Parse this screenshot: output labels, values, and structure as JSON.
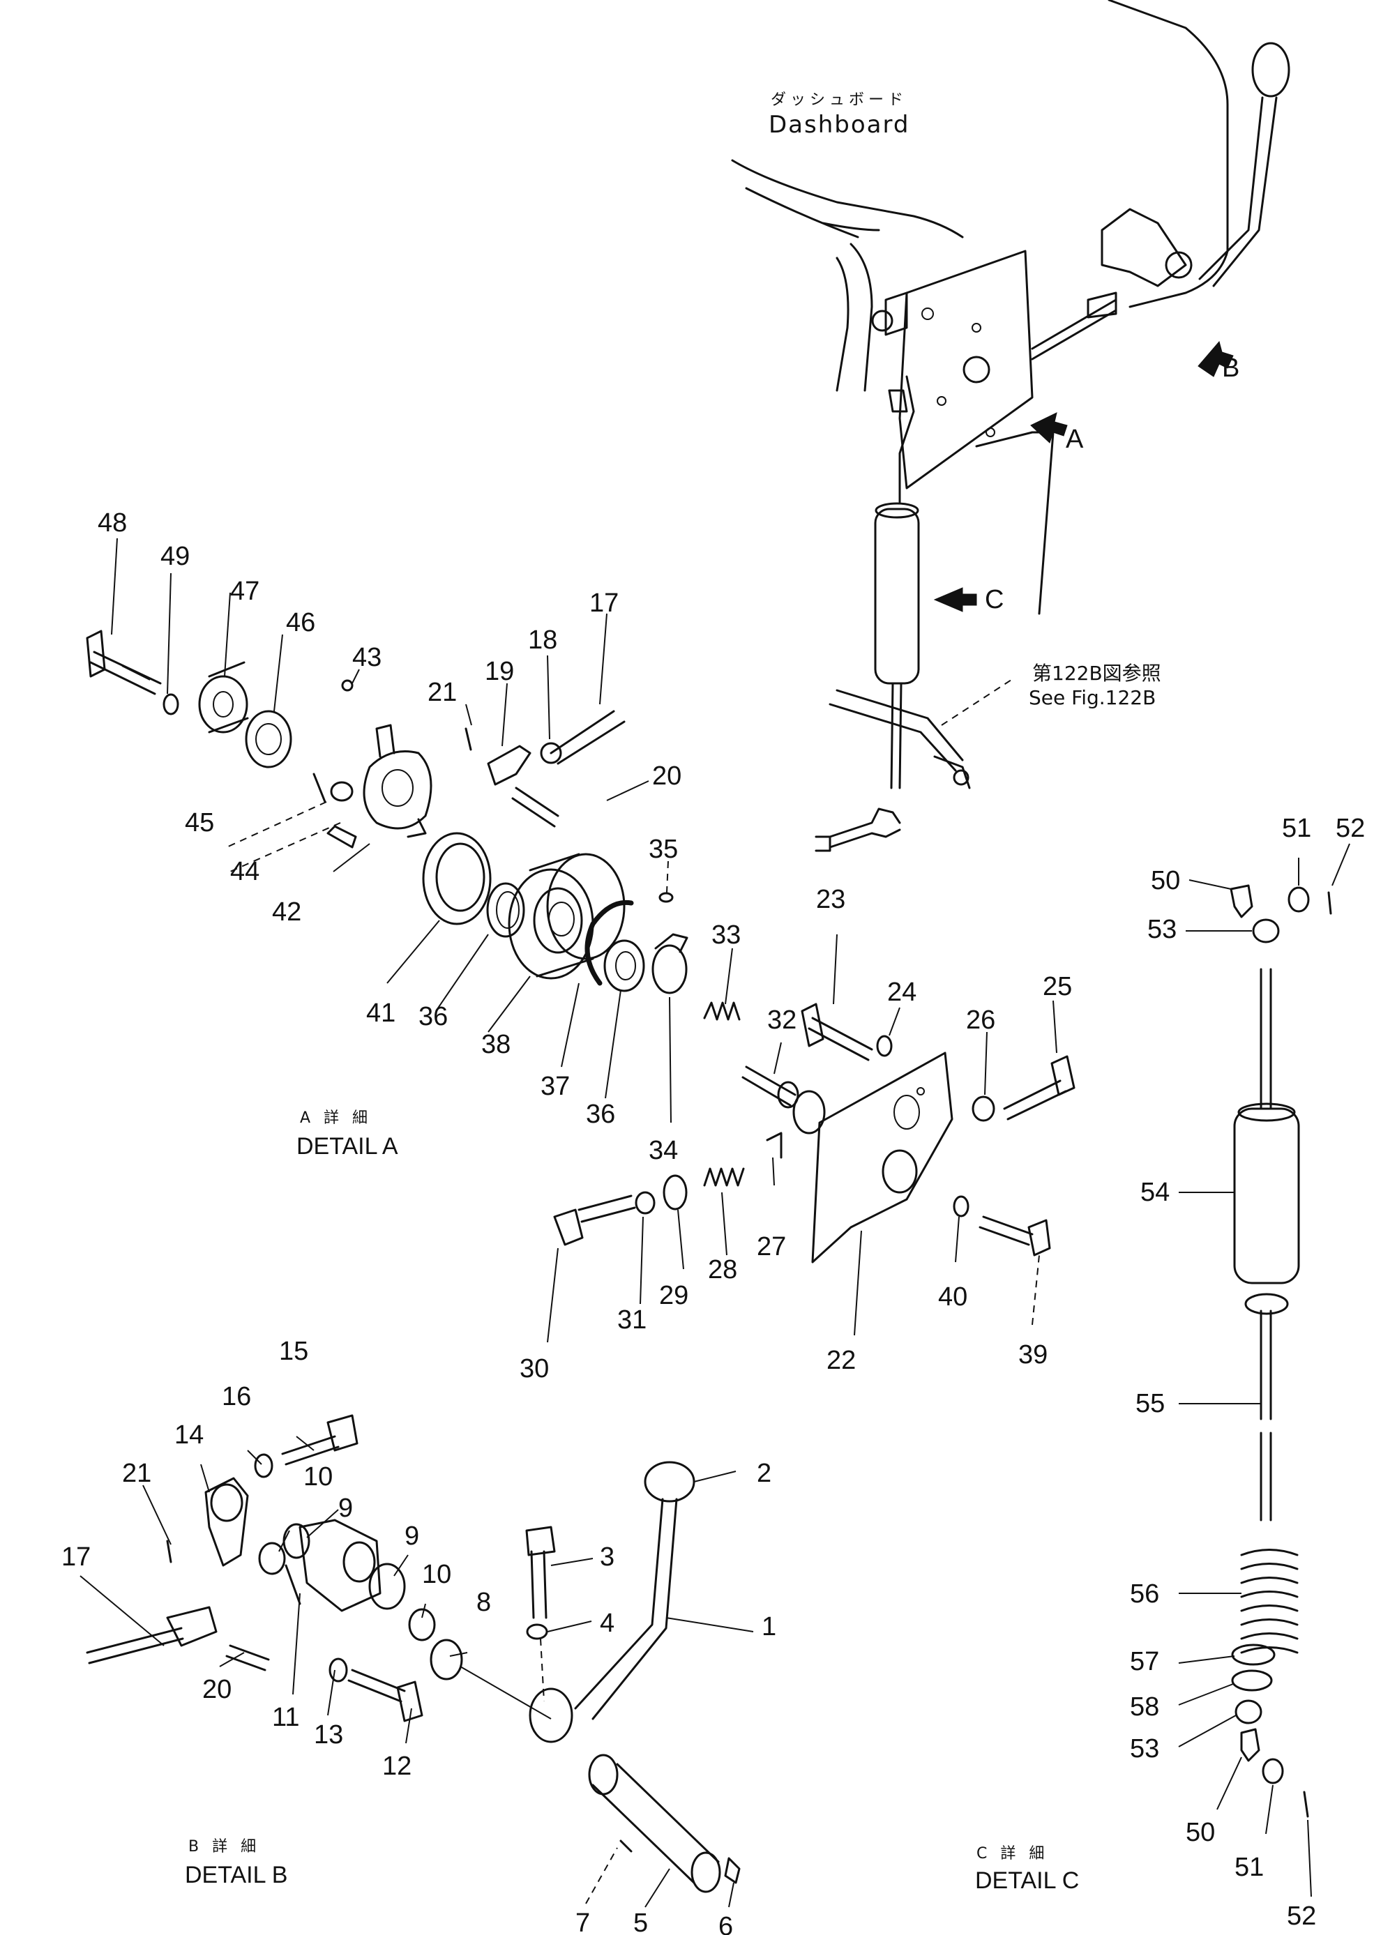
{
  "dashboard": {
    "jp": "ダッシュボード",
    "en": "Dashboard"
  },
  "reference": {
    "jp": "第122B図参照",
    "en": "See  Fig.122B"
  },
  "views": {
    "a": "A",
    "b": "B",
    "c": "C"
  },
  "details": {
    "a": {
      "jp": "A 詳 細",
      "en": "DETAIL  A"
    },
    "b": {
      "jp": "B 詳 細",
      "en": "DETAIL  B"
    },
    "c": {
      "jp": "C 詳 細",
      "en": "DETAIL  C"
    }
  },
  "callouts": {
    "n48": "48",
    "n49": "49",
    "n47": "47",
    "n46": "46",
    "n43": "43",
    "n21a": "21",
    "n19": "19",
    "n18": "18",
    "n17a": "17",
    "n20a": "20",
    "n45": "45",
    "n44": "44",
    "n42": "42",
    "n41": "41",
    "n36a": "36",
    "n38": "38",
    "n37": "37",
    "n36b": "36",
    "n35": "35",
    "n34": "34",
    "n33": "33",
    "n32": "32",
    "n23": "23",
    "n24": "24",
    "n26": "26",
    "n25": "25",
    "n27": "27",
    "n28": "28",
    "n29": "29",
    "n31": "31",
    "n30": "30",
    "n22": "22",
    "n40": "40",
    "n39": "39",
    "n15": "15",
    "n16": "16",
    "n14": "14",
    "n21b": "21",
    "n17b": "17",
    "n10a": "10",
    "n9a": "9",
    "n20b": "20",
    "n11": "11",
    "n13": "13",
    "n12": "12",
    "n9b": "9",
    "n10b": "10",
    "n8": "8",
    "n3": "3",
    "n4": "4",
    "n2": "2",
    "n1": "1",
    "n7": "7",
    "n5": "5",
    "n6": "6",
    "n51a": "51",
    "n52a": "52",
    "n50a": "50",
    "n53a": "53",
    "n54": "54",
    "n55": "55",
    "n56": "56",
    "n57": "57",
    "n58": "58",
    "n53b": "53",
    "n50b": "50",
    "n51b": "51",
    "n52b": "52"
  }
}
